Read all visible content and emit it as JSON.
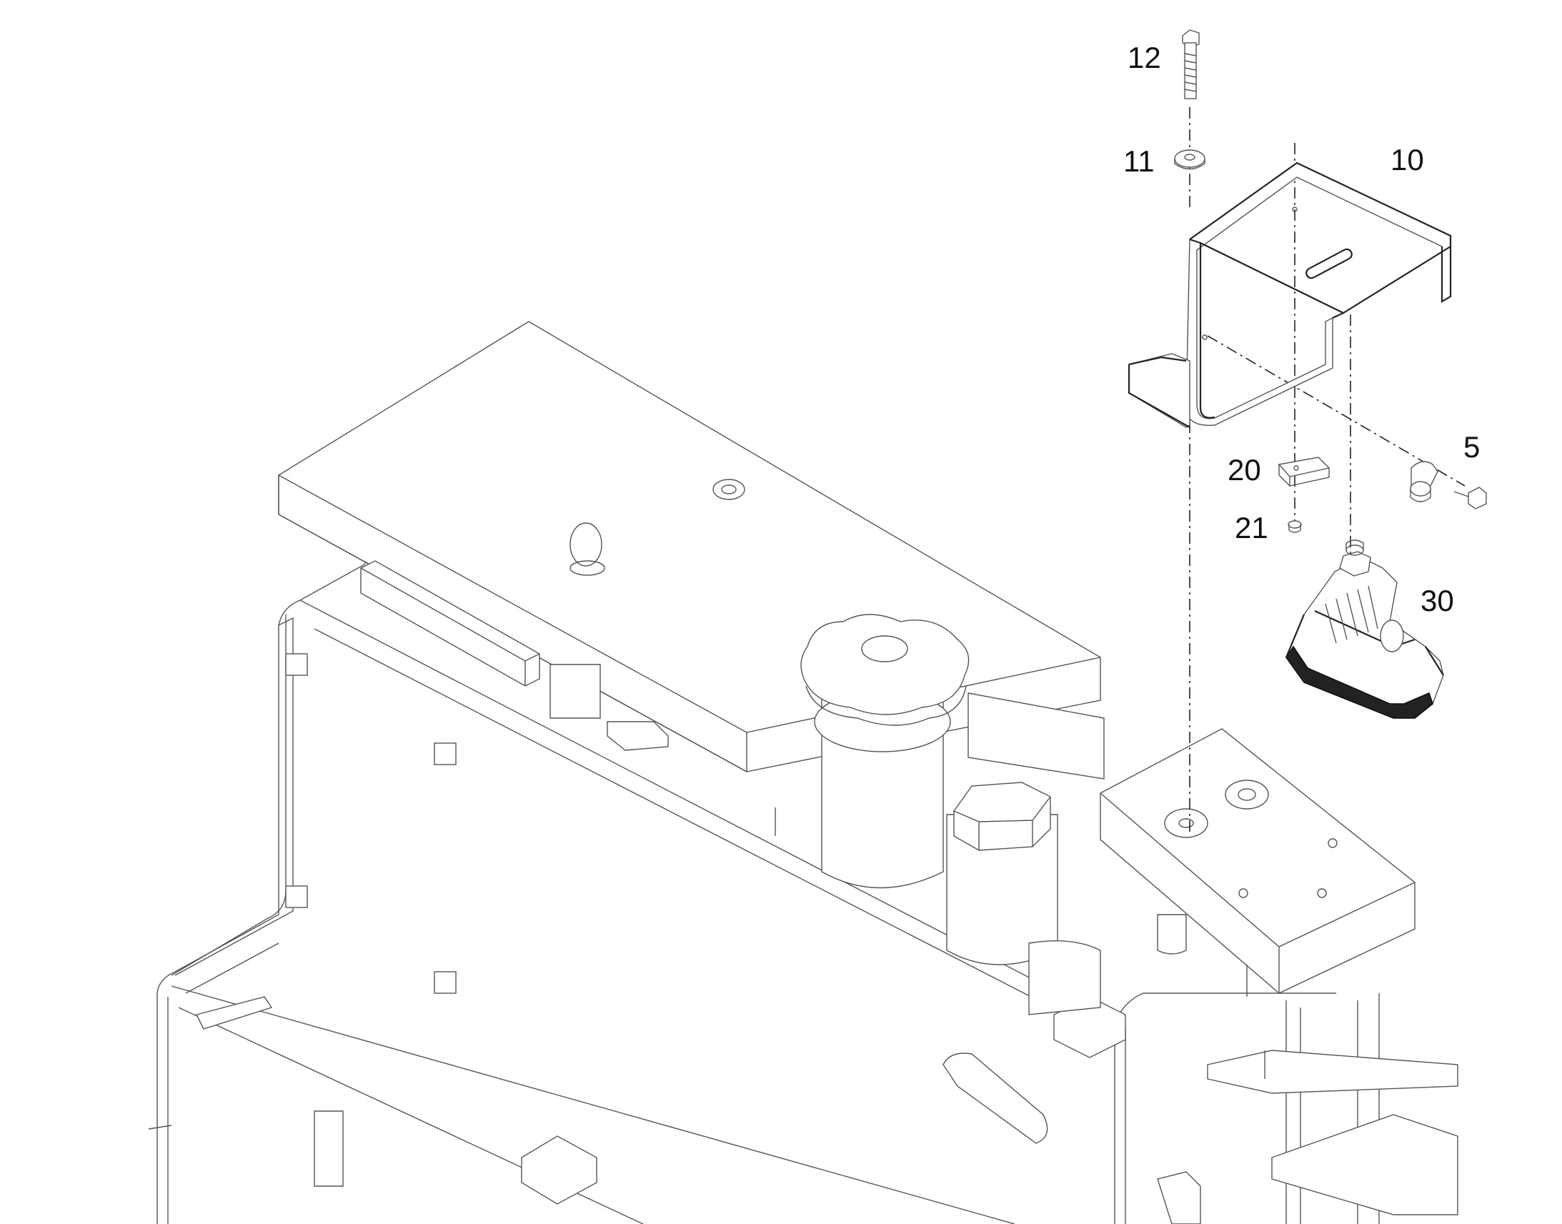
{
  "callouts": {
    "part_12": "12",
    "part_11": "11",
    "part_10": "10",
    "part_20": "20",
    "part_21": "21",
    "part_5": "5",
    "part_30": "30"
  },
  "icons": {
    "bolt": "bolt-icon",
    "washer": "washer-icon",
    "bracket": "bracket-icon",
    "clip": "clip-icon",
    "screw": "screw-icon",
    "work_light": "work-light-icon"
  },
  "colors": {
    "line": "#555555",
    "line_strong": "#222222",
    "background": "#ffffff"
  }
}
